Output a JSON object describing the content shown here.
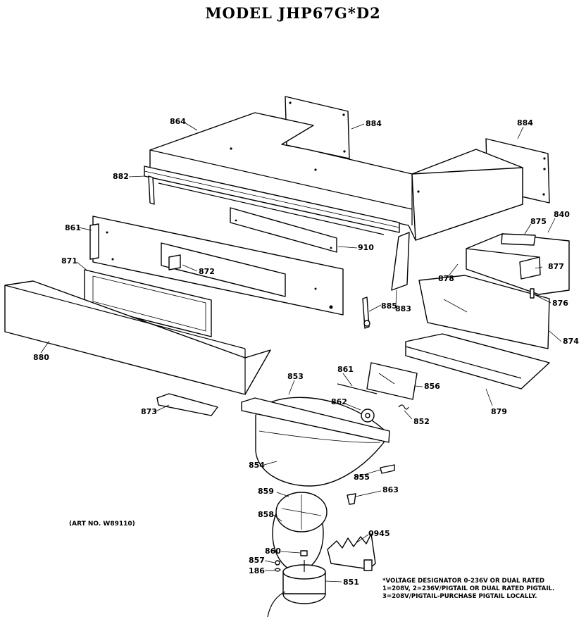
{
  "title": "MODEL JHP67G*D2",
  "art_number": "(ART NO. W89110)",
  "note": [
    "*VOLTAGE DESIGNATOR 0-236V OR DUAL RATED",
    "1=208V, 2=236V/PIGTAIL OR DUAL RATED PIGTAIL.",
    "3=208V/PIGTAIL-PURCHASE PIGTAIL LOCALLY."
  ],
  "parts": {
    "p864": "864",
    "p884a": "884",
    "p884b": "884",
    "p882": "882",
    "p875": "875",
    "p840": "840",
    "p861a": "861",
    "p910": "910",
    "p871": "871",
    "p872": "872",
    "p877": "877",
    "p878": "878",
    "p876": "876",
    "p885": "885",
    "p883": "883",
    "p874": "874",
    "p880": "880",
    "p853": "853",
    "p861b": "861",
    "p856": "856",
    "p862": "862",
    "p852": "852",
    "p879": "879",
    "p873": "873",
    "p854": "854",
    "p855": "855",
    "p859": "859",
    "p863": "863",
    "p858": "858",
    "p0945": "0945",
    "p860": "860",
    "p857": "857",
    "p186": "186",
    "p851": "851"
  }
}
